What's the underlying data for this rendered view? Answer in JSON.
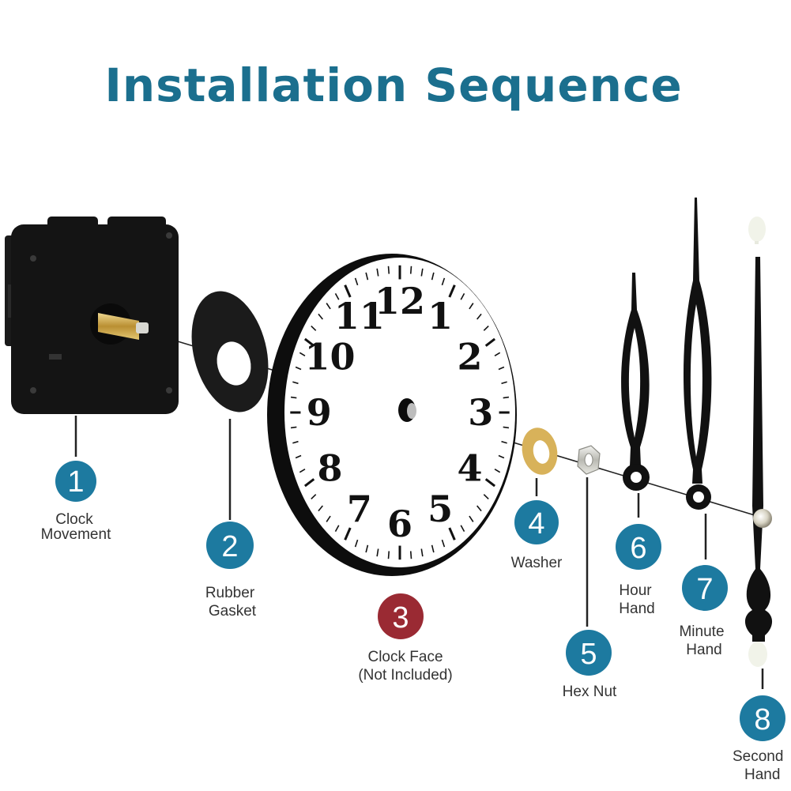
{
  "title": "Installation Sequence",
  "colors": {
    "title": "#1b6f8e",
    "badge": "#1d7aa0",
    "badge_highlight": "#9a2a33",
    "parts_black": "#111111",
    "washer": "#d8b25a",
    "shaft": "#c9a445"
  },
  "parts": [
    {
      "number": "1",
      "lines": [
        "Clock",
        "Movement"
      ]
    },
    {
      "number": "2",
      "lines": [
        "Rubber",
        "Gasket"
      ]
    },
    {
      "number": "3",
      "lines": [
        "Clock Face",
        "(Not Included)"
      ]
    },
    {
      "number": "4",
      "lines": [
        "Washer"
      ]
    },
    {
      "number": "5",
      "lines": [
        "Hex Nut"
      ]
    },
    {
      "number": "6",
      "lines": [
        "Hour",
        "Hand"
      ]
    },
    {
      "number": "7",
      "lines": [
        "Minute",
        "Hand"
      ]
    },
    {
      "number": "8",
      "lines": [
        "Second",
        "Hand"
      ]
    }
  ],
  "dial_numbers": [
    "12",
    "1",
    "2",
    "3",
    "4",
    "5",
    "6",
    "7",
    "8",
    "9",
    "10",
    "11"
  ]
}
